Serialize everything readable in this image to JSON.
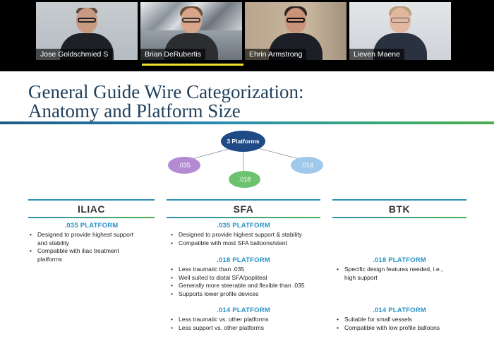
{
  "participants": [
    {
      "name": "Jose Goldschmied S"
    },
    {
      "name": "Brian DeRubertis"
    },
    {
      "name": "Ehrin Armstrong"
    },
    {
      "name": "Lieven Maene"
    }
  ],
  "slide": {
    "title_line1": "General Guide Wire Categorization:",
    "title_line2": "Anatomy and Platform Size",
    "diagram": {
      "center": "3 Platforms",
      "nodes": [
        ".035",
        ".018",
        ".014"
      ]
    },
    "columns": {
      "iliac": {
        "heading": "ILIAC",
        "p035": {
          "title": ".035 PLATFORM",
          "bullets": [
            "Designed to provide highest support",
            "and stability",
            "Compatible with iliac treatment",
            "platforms"
          ]
        }
      },
      "sfa": {
        "heading": "SFA",
        "p035": {
          "title": ".035 PLATFORM",
          "bullets": [
            "Designed to provide highest support & stability",
            "Compatible with most SFA balloons/stent"
          ]
        },
        "p018": {
          "title": ".018 PLATFORM",
          "bullets": [
            "Less traumatic than .035",
            "Well suited to distal SFA/popliteal",
            "Generally more steerable and flexible than .035",
            "Supports lower profile devices"
          ]
        },
        "p014": {
          "title": ".014 PLATFORM",
          "bullets": [
            "Less traumatic vs. other platforms",
            "Less support vs. other platforms"
          ]
        }
      },
      "btk": {
        "heading": "BTK",
        "p018": {
          "title": ".018 PLATFORM",
          "bullets": [
            "Specific design features needed, i.e.,",
            "high support"
          ]
        },
        "p014": {
          "title": ".014 PLATFORM",
          "bullets": [
            "Suitable for small vessels",
            "Compatible with low profile balloons"
          ]
        }
      }
    }
  },
  "colors": {
    "title": "#1f3f5b",
    "platform_label": "#2a93c8",
    "node_main": "#1e4a86",
    "node_035": "#b48ad2",
    "node_018": "#6cc36f",
    "node_014": "#9fc8ea",
    "active_speaker": "#f0e22a"
  }
}
